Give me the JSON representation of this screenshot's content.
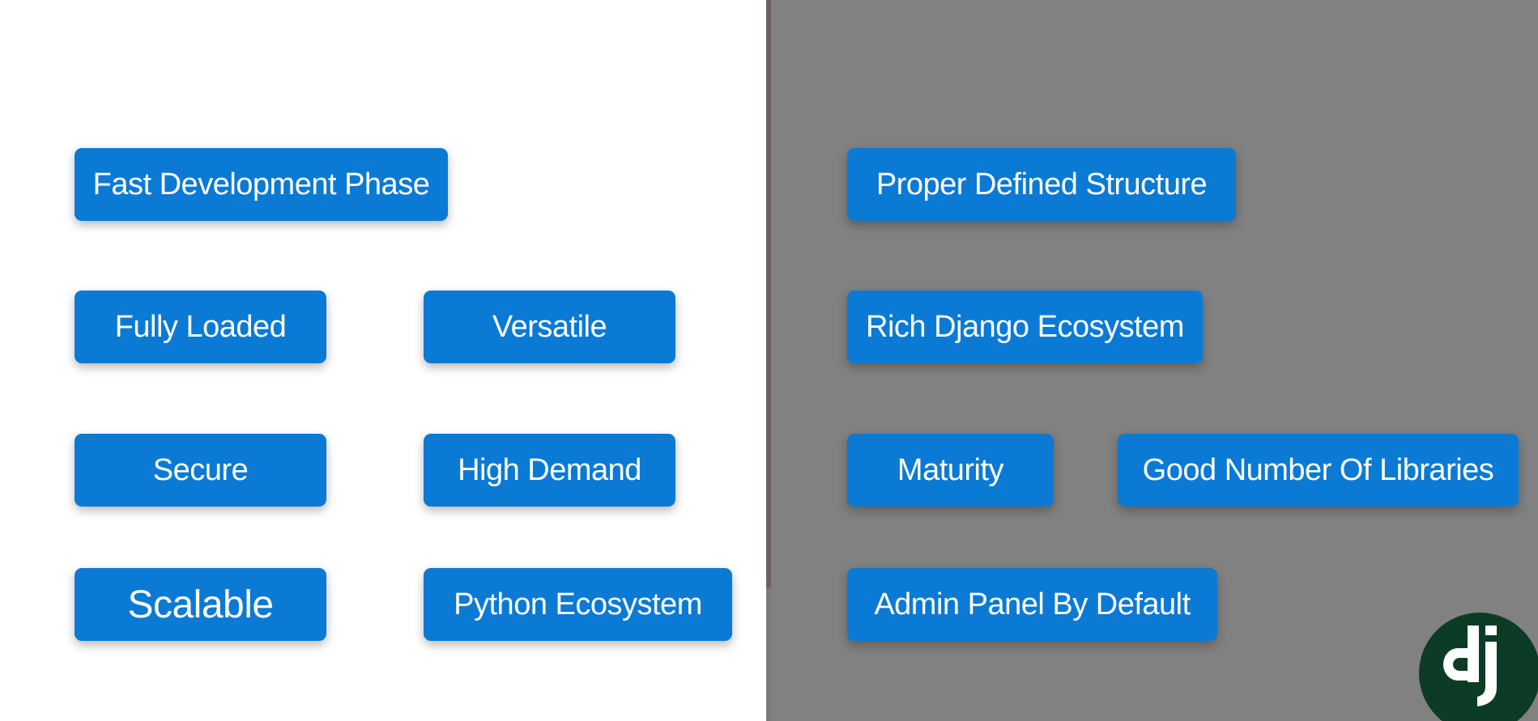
{
  "left_features": [
    {
      "label": "Fast Development Phase"
    },
    {
      "label": "Fully Loaded"
    },
    {
      "label": "Versatile"
    },
    {
      "label": "Secure"
    },
    {
      "label": "High Demand"
    },
    {
      "label": "Scalable"
    },
    {
      "label": "Python Ecosystem"
    }
  ],
  "right_features": [
    {
      "label": "Proper Defined Structure"
    },
    {
      "label": "Rich Django Ecosystem"
    },
    {
      "label": "Maturity"
    },
    {
      "label": "Good Number Of Libraries"
    },
    {
      "label": "Admin Panel By Default"
    }
  ],
  "logo": {
    "icon": "django-logo-icon",
    "text": "dj"
  },
  "colors": {
    "tag_blue": "#0b7ad4",
    "left_background": "#ffffff",
    "right_background": "#818181",
    "logo_green": "#0c3c26"
  }
}
